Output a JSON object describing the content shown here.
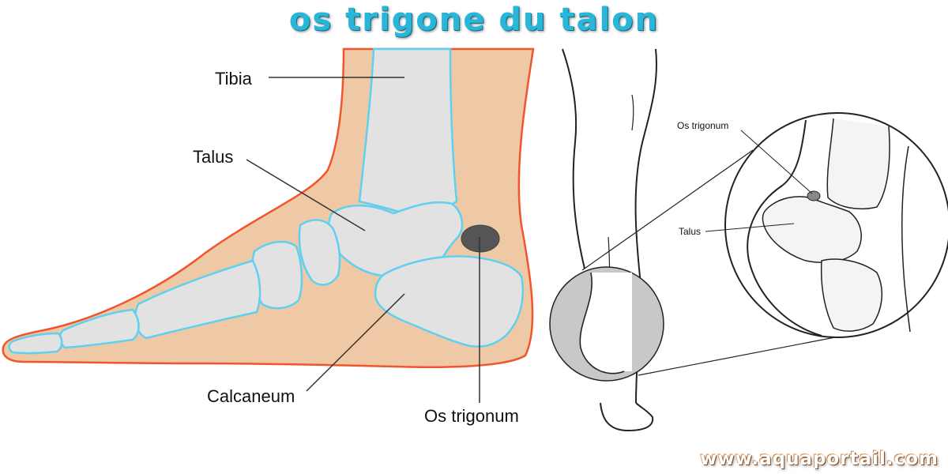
{
  "title": "os trigone du talon",
  "watermark": "www.aquaportail.com",
  "left_diagram": {
    "labels": {
      "tibia": "Tibia",
      "talus": "Talus",
      "calcaneum": "Calcaneum",
      "os_trigonum": "Os trigonum"
    }
  },
  "right_diagram": {
    "labels": {
      "os_trigonum": "Os trigonum",
      "talus": "Talus"
    }
  },
  "colors": {
    "title": "#29b6d8",
    "skin": "#efc9a6",
    "skin_outline": "#f0562e",
    "bone": "#e2e2e2",
    "bone_outline": "#5fd0f0",
    "os_trigonum": "#555555",
    "circle_fill": "#c8c8c8"
  }
}
